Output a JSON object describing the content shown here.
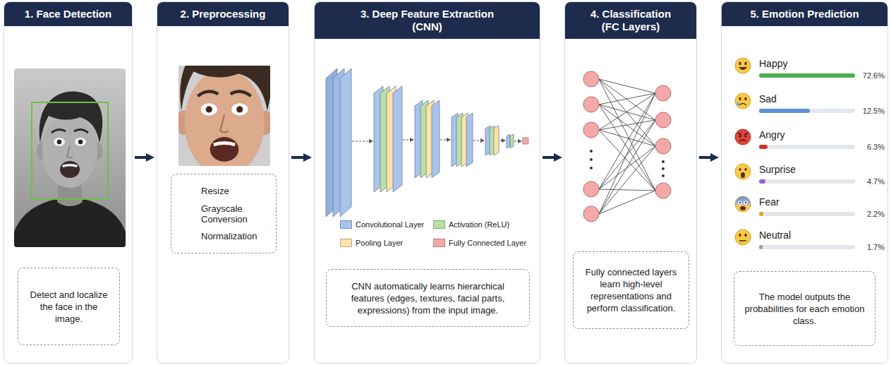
{
  "diagram": {
    "nodes": [
      {
        "text": [
          "1. Face Detection"
        ]
      },
      {
        "text": [
          "Detect and localize the face in the image."
        ],
        "in": 0
      },
      {
        "text": [
          "2. Preprocessing"
        ]
      },
      {
        "text": [
          "Resize",
          "Grayscale Conversion",
          "Normalization"
        ],
        "in": 2
      },
      {
        "text": [
          "3. Deep Feature Extraction (CNN)"
        ]
      },
      {
        "text": [
          "CNN automatically learns hierarchical features (edges, textures, facial parts, expressions) from the input image."
        ],
        "in": 4
      },
      {
        "text": [
          "4. Classification (FC Layers)"
        ]
      },
      {
        "text": [
          "Fully connected layers learn high-level representations and perform classification."
        ],
        "in": 6
      },
      {
        "text": [
          "5. Emotion Prediction"
        ]
      },
      {
        "text": [
          "The model outputs the probabilities for each emotion class."
        ],
        "in": 8
      }
    ],
    "edges": [
      {
        "from": 0,
        "to": 2,
        "arrow": "to"
      },
      {
        "from": 2,
        "to": 4,
        "arrow": "to"
      },
      {
        "from": 4,
        "to": 6,
        "arrow": "to"
      },
      {
        "from": 6,
        "to": 8,
        "arrow": "to"
      }
    ],
    "labels": [
      "Happy",
      "72.6%",
      "Sad",
      "12.5%",
      "Angry",
      "6.3%",
      "Surprise",
      "4.7%",
      "Fear",
      "2.2%",
      "Neutral",
      "1.7%"
    ],
    "legend": [
      {
        "text": "Convolutional Layer",
        "color": "#a9c4ec"
      },
      {
        "text": "Activation (ReLU)",
        "color": "#b9e0a5"
      },
      {
        "text": "Pooling Layer",
        "color": "#fde3a7"
      },
      {
        "text": "Fully Connected Layer",
        "color": "#f4a9a8"
      }
    ]
  }
}
